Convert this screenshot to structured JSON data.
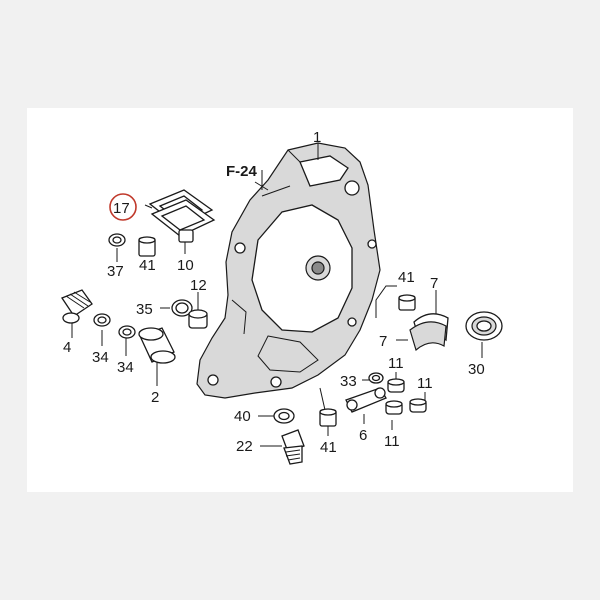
{
  "labels": {
    "p1": "1",
    "f24": "F-24",
    "p17": "17",
    "p10": "10",
    "p37": "37",
    "p41a": "41",
    "p12": "12",
    "p35": "35",
    "p4": "4",
    "p34a": "34",
    "p34b": "34",
    "p2": "2",
    "p40": "40",
    "p22": "22",
    "p41b": "41",
    "p6": "6",
    "p33": "33",
    "p11a": "11",
    "p11b": "11",
    "p11c": "11",
    "p41c": "41",
    "p7a": "7",
    "p7b": "7",
    "p30": "30"
  },
  "highlight": {
    "part": "17",
    "color": "#c0392b"
  },
  "colors": {
    "background": "#f1f1f1",
    "panel": "#ffffff",
    "ink": "#1a1a1a"
  }
}
